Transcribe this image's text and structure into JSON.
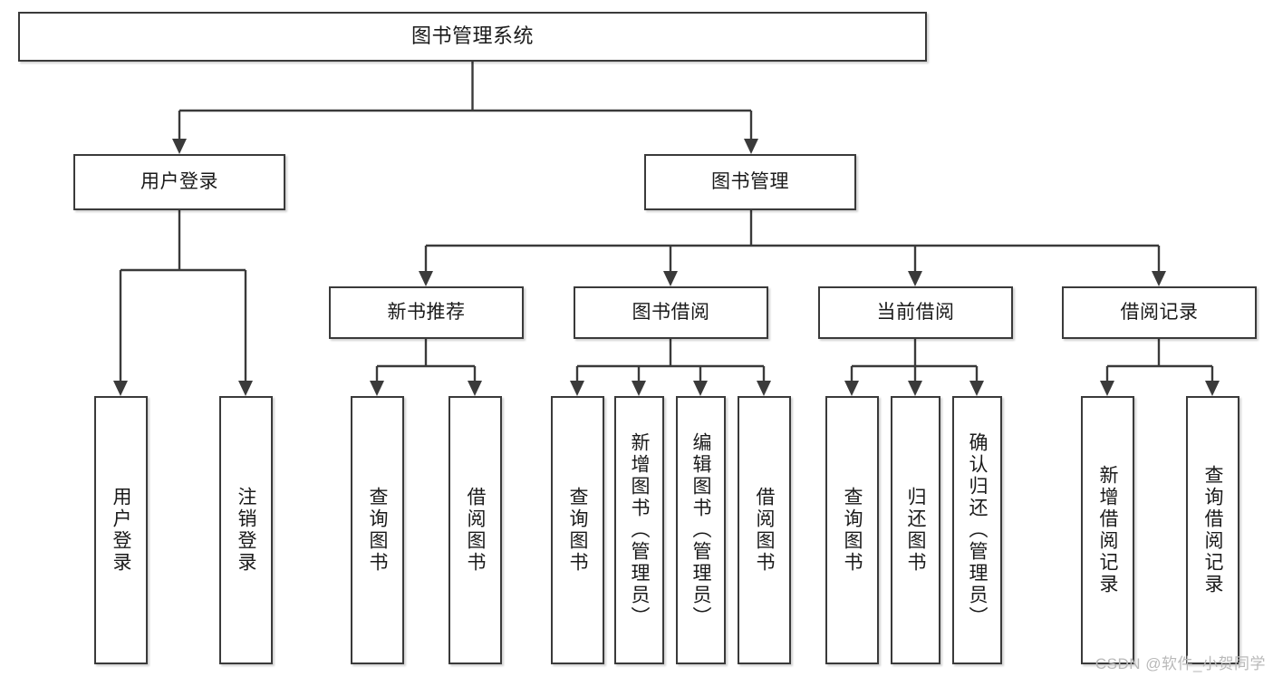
{
  "diagram": {
    "type": "tree-hierarchy-chart",
    "title": "图书管理系统",
    "watermark": "CSDN @软件_小贺同学",
    "colors": {
      "stroke": "#3a3a3a",
      "fill": "#ffffff",
      "text": "#1a1a1a",
      "watermark": "#b9b9b9"
    },
    "levels": {
      "root": {
        "label": "图书管理系统"
      },
      "level2": [
        {
          "label": "用户登录"
        },
        {
          "label": "图书管理"
        }
      ],
      "level3": [
        {
          "label": "新书推荐"
        },
        {
          "label": "图书借阅"
        },
        {
          "label": "当前借阅"
        },
        {
          "label": "借阅记录"
        }
      ],
      "leaves": {
        "user_login": [
          {
            "label": "用户登录"
          },
          {
            "label": "注销登录"
          }
        ],
        "new_book_recommend": [
          {
            "label": "查询图书"
          },
          {
            "label": "借阅图书"
          }
        ],
        "book_borrow": [
          {
            "label": "查询图书"
          },
          {
            "label": "新增图书（管理员）"
          },
          {
            "label": "编辑图书（管理员）"
          },
          {
            "label": "借阅图书"
          }
        ],
        "current_borrow": [
          {
            "label": "查询图书"
          },
          {
            "label": "归还图书"
          },
          {
            "label": "确认归还（管理员）"
          }
        ],
        "borrow_record": [
          {
            "label": "新增借阅记录"
          },
          {
            "label": "查询借阅记录"
          }
        ]
      }
    }
  }
}
